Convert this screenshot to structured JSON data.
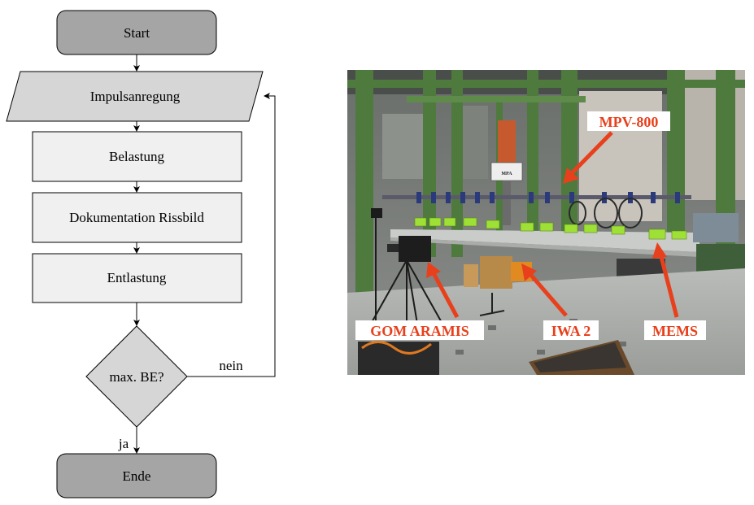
{
  "flowchart": {
    "start": "Start",
    "impulse": "Impulsanregung",
    "loading": "Belastung",
    "documentation": "Dokumentation Rissbild",
    "unloading": "Entlastung",
    "decision": "max. BE?",
    "no_label": "nein",
    "yes_label": "ja",
    "end": "Ende"
  },
  "photo": {
    "labels": {
      "mpv": "MPV-800",
      "gom": "GOM ARAMIS",
      "iwa": "IWA 2",
      "mems": "MEMS",
      "mpa": "MPA"
    },
    "colors": {
      "arrow": "#e8401c",
      "frame_green": "#4e7a3e",
      "sensor_green": "#9ee036",
      "beam": "#c9ccc9"
    }
  }
}
